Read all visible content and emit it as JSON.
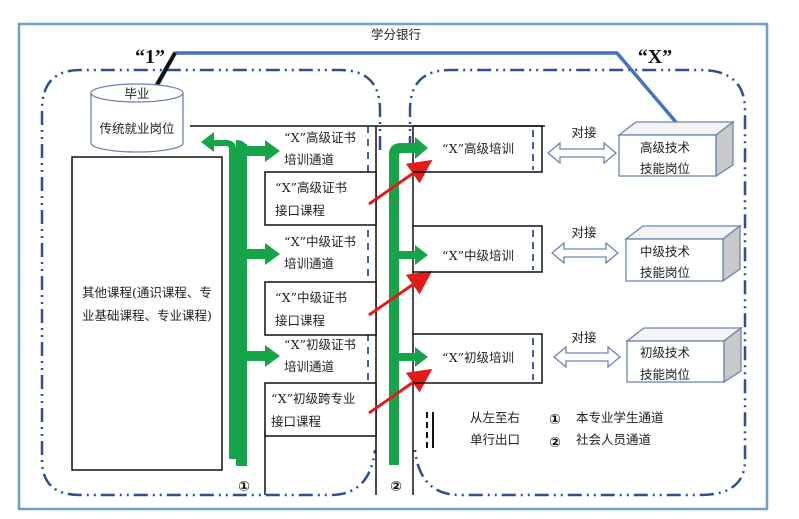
{
  "title": "学分银行",
  "markers": {
    "one": "“1”",
    "x": "“X”"
  },
  "left_zone": {
    "cylinder": {
      "top_label": "毕业",
      "body_label": "传统就业岗位"
    },
    "other_courses": {
      "line1": "其他课程(通识课程、专",
      "line2": "业基础课程、专业课程)"
    },
    "channels": [
      {
        "line1": "“X”高级证书",
        "line2": "培训通道"
      },
      {
        "line1": "“X”中级证书",
        "line2": "培训通道"
      },
      {
        "line1": "“X”初级证书",
        "line2": "培训通道"
      }
    ],
    "interface_courses": [
      {
        "line1": "“X”高级证书",
        "line2": "接口课程"
      },
      {
        "line1": "“X”中级证书",
        "line2": "接口课程"
      },
      {
        "line1": "“X”初级跨专业",
        "line2": "接口课程"
      }
    ]
  },
  "right_zone": {
    "trainings": [
      {
        "label": "“X”高级培训"
      },
      {
        "label": "“X”中级培训"
      },
      {
        "label": "“X”初级培训"
      }
    ],
    "connect_label": "对接",
    "positions": [
      {
        "line1": "高级技术",
        "line2": "技能岗位"
      },
      {
        "line1": "中级技术",
        "line2": "技能岗位"
      },
      {
        "line1": "初级技术",
        "line2": "技能岗位"
      }
    ]
  },
  "legend": {
    "exit_line1": "从左至右",
    "exit_line2": "单行出口",
    "channel1_symbol": "①",
    "channel1_label": "本专业学生通道",
    "channel2_symbol": "②",
    "channel2_label": "社会人员通道"
  },
  "channel_markers": {
    "one": "①",
    "two": "②"
  },
  "colors": {
    "frame": "#6f9fd0",
    "dash_blue": "#2f4f8f",
    "bank_line": "#4472c4",
    "green": "#16a34a",
    "red": "#e31b1b",
    "box_border": "#111111"
  }
}
